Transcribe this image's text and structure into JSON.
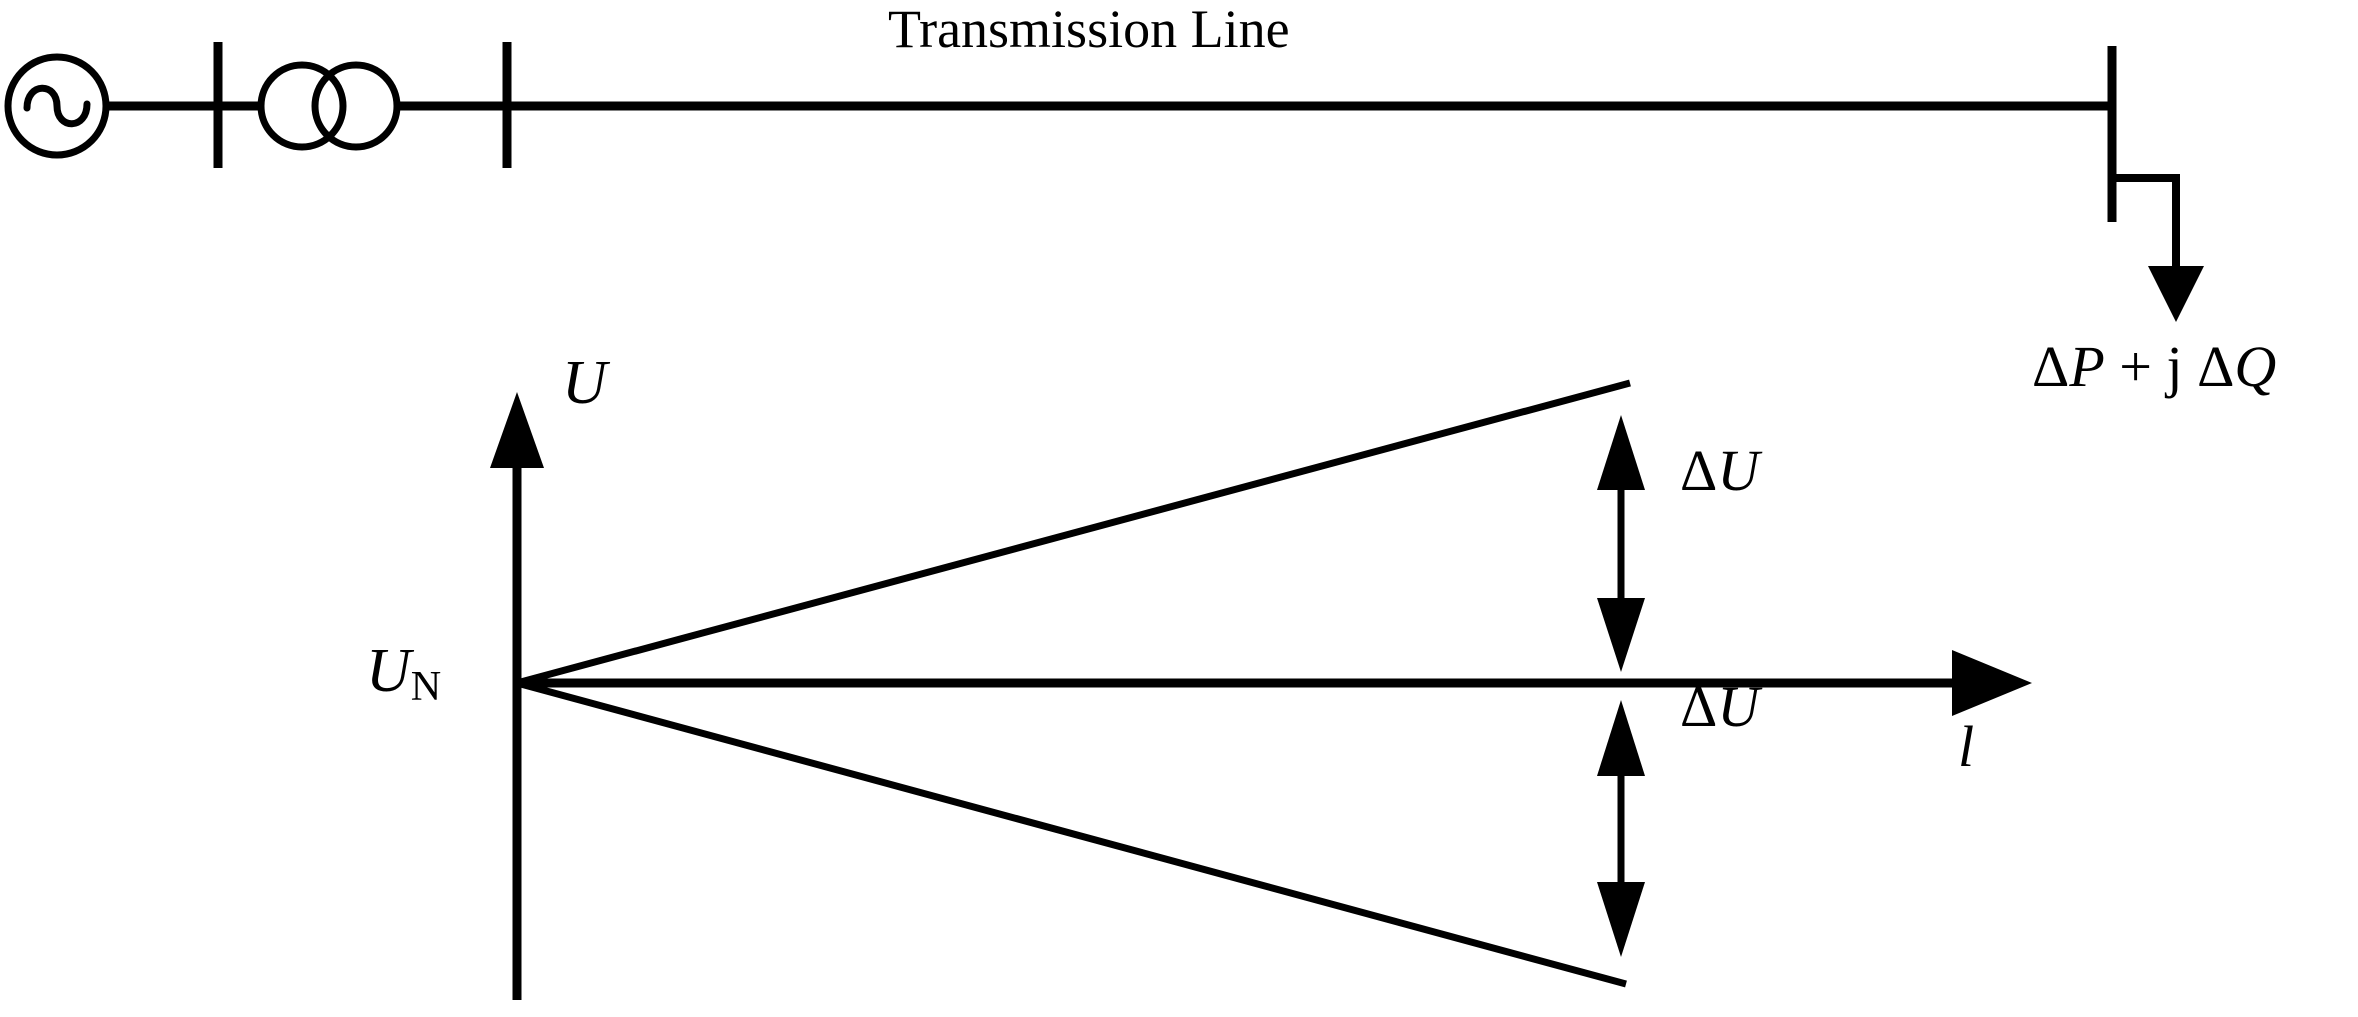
{
  "figure": {
    "type": "single-line-diagram-with-voltage-profile",
    "background_color": "#ffffff",
    "stroke_color": "#000000"
  },
  "top_diagram": {
    "title": "Transmission Line",
    "components": [
      {
        "name": "generator",
        "symbol": "ac-source-circle-with-sine",
        "label": ""
      },
      {
        "name": "busbar-1",
        "symbol": "vertical-bar",
        "label": ""
      },
      {
        "name": "transformer",
        "symbol": "two-winding-double-circle",
        "label": ""
      },
      {
        "name": "busbar-2",
        "symbol": "vertical-bar",
        "label": ""
      },
      {
        "name": "line",
        "symbol": "horizontal-conductor",
        "label": "Transmission Line"
      },
      {
        "name": "busbar-3",
        "symbol": "vertical-bar",
        "label": ""
      },
      {
        "name": "load",
        "symbol": "down-arrow",
        "label": "ΔP + j ΔQ"
      }
    ],
    "load_label": {
      "delta_p": "ΔP",
      "plus": "+",
      "j": "j",
      "delta_q": "ΔQ",
      "full": "ΔP + j ΔQ"
    }
  },
  "plot": {
    "y_axis_label": "U",
    "x_axis_label": "l",
    "origin_label": "U",
    "origin_label_subscript": "N",
    "origin_label_full": "UN",
    "annotation_upper": "ΔU",
    "annotation_lower": "ΔU",
    "description": "Voltage magnitude U versus line length l; nominal voltage UN at the origin with an upper and a lower bounding envelope diverging linearly, the deviation at the far end being ΔU above and ΔU below nominal."
  },
  "chart_data": {
    "type": "line",
    "title": "",
    "xlabel": "l",
    "ylabel": "U",
    "xlim": [
      0,
      1
    ],
    "ylim": [
      -1,
      1
    ],
    "grid": false,
    "legend": null,
    "annotations": [
      {
        "text": "ΔU",
        "x": 0.78,
        "y": 0.48,
        "role": "upper-deviation"
      },
      {
        "text": "ΔU",
        "x": 0.78,
        "y": -0.48,
        "role": "lower-deviation"
      },
      {
        "text": "U",
        "x": 0.02,
        "y": 0.96,
        "role": "y-axis-name"
      },
      {
        "text": "l",
        "x": 0.97,
        "y": -0.18,
        "role": "x-axis-name"
      },
      {
        "text": "UN",
        "x": -0.08,
        "y": 0.0,
        "role": "nominal-voltage"
      }
    ],
    "series": [
      {
        "name": "upper envelope",
        "x": [
          0,
          1
        ],
        "values": [
          0,
          0.98
        ]
      },
      {
        "name": "nominal voltage UN",
        "x": [
          0,
          1
        ],
        "values": [
          0,
          0
        ]
      },
      {
        "name": "lower envelope",
        "x": [
          0,
          1
        ],
        "values": [
          0,
          -0.98
        ]
      }
    ],
    "measures": [
      {
        "name": "ΔU upper",
        "from": 0.0,
        "to": 0.98,
        "at_x": 1.0
      },
      {
        "name": "ΔU lower",
        "from": 0.0,
        "to": -0.98,
        "at_x": 1.0
      }
    ]
  },
  "colors": {
    "ink": "#000000",
    "paper": "#ffffff"
  }
}
